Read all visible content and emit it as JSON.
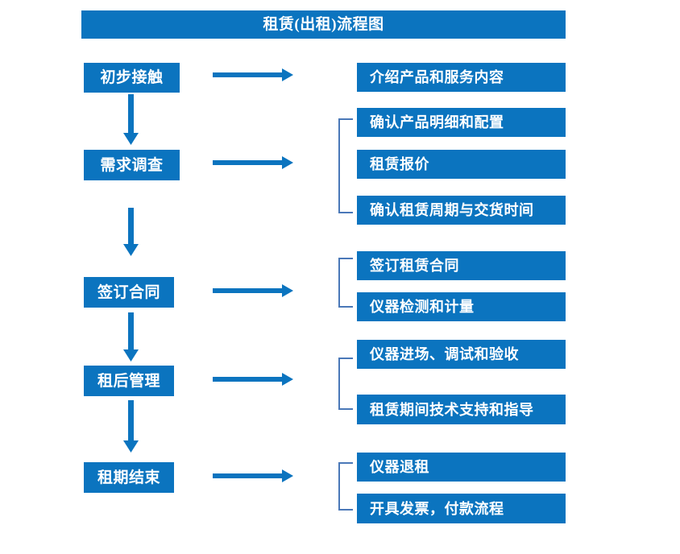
{
  "diagram": {
    "title": "租赁(出租)流程图",
    "accent_color": "#0B74BF",
    "bracket_color": "#4A78B8",
    "text_color": "#FFFFFF",
    "background_color": "#FFFFFF"
  },
  "stages": [
    {
      "label": "初步接触"
    },
    {
      "label": "需求调查"
    },
    {
      "label": "签订合同"
    },
    {
      "label": "租后管理"
    },
    {
      "label": "租期结束"
    }
  ],
  "details": {
    "group1": [
      {
        "label": "介绍产品和服务内容"
      }
    ],
    "group2": [
      {
        "label": "确认产品明细和配置"
      },
      {
        "label": "租赁报价"
      },
      {
        "label": "确认租赁周期与交货时间"
      }
    ],
    "group3": [
      {
        "label": "签订租赁合同"
      },
      {
        "label": "仪器检测和计量"
      }
    ],
    "group4": [
      {
        "label": "仪器进场、调试和验收"
      },
      {
        "label": "租赁期间技术支持和指导"
      }
    ],
    "group5": [
      {
        "label": "仪器退租"
      },
      {
        "label": "开具发票，付款流程"
      }
    ]
  },
  "connectors": {
    "down_arrow_name": "down-arrow",
    "right_arrow_name": "right-arrow",
    "bracket_name": "group-bracket"
  }
}
